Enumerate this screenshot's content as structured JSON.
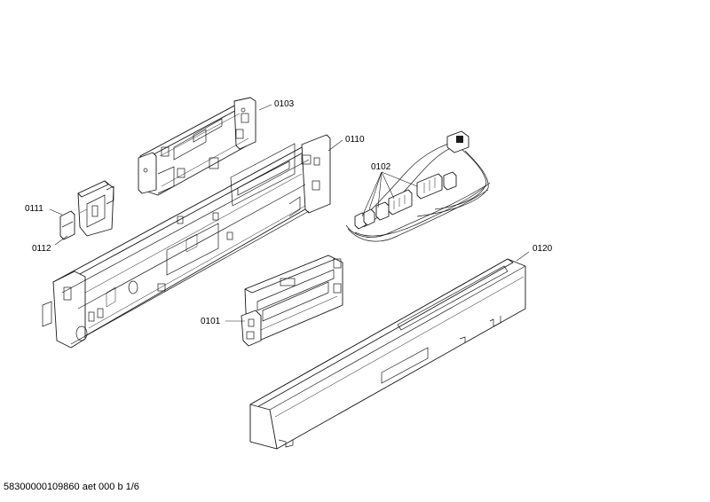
{
  "diagram": {
    "callouts": {
      "p0101": "0101",
      "p0102": "0102",
      "p0103": "0103",
      "p0110": "0110",
      "p0111": "0111",
      "p0112": "0112",
      "p0120": "0120"
    },
    "footer_text": "58300000109860 aet 000 b 1/6"
  }
}
